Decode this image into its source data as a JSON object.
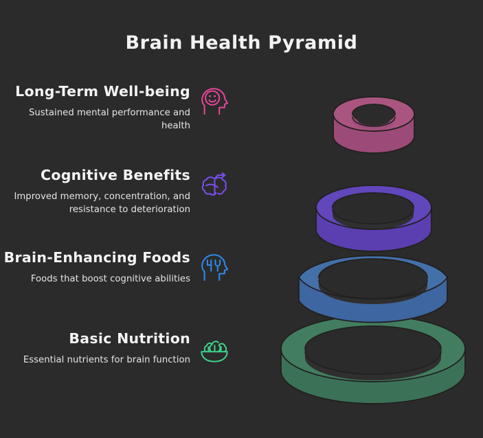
{
  "page": {
    "title": "Brain Health Pyramid",
    "background_color": "#2b2b2b",
    "text_color": "#f2f2f2"
  },
  "levels": [
    {
      "title": "Long-Term Well-being",
      "description": "Sustained mental performance and health",
      "icon": "head-smiley-icon",
      "icon_color": "#e8469b",
      "ring_color": "#9c4a77",
      "ring_top_color": "#a9557f",
      "order": 1
    },
    {
      "title": "Cognitive Benefits",
      "description": "Improved memory, concentration, and resistance to deterioration",
      "icon": "brain-growth-icon",
      "icon_color": "#7b4ff0",
      "ring_color": "#5b3fb0",
      "ring_top_color": "#6246bb",
      "order": 2
    },
    {
      "title": "Brain-Enhancing Foods",
      "description": "Foods that boost cognitive abilities",
      "icon": "head-cutlery-icon",
      "icon_color": "#2f8bf0",
      "ring_color": "#3e66a0",
      "ring_top_color": "#4470aa",
      "order": 3
    },
    {
      "title": "Basic Nutrition",
      "description": "Essential nutrients for brain function",
      "icon": "salad-bowl-icon",
      "icon_color": "#3fd18b",
      "ring_color": "#3b7257",
      "ring_top_color": "#427d60",
      "order": 4
    }
  ],
  "diagram": {
    "type": "stacked-ring-pyramid",
    "ring_count": 4,
    "outline_color": "#22201f",
    "description": "Four stacked 3D torus rings increasing in diameter from top to bottom"
  }
}
